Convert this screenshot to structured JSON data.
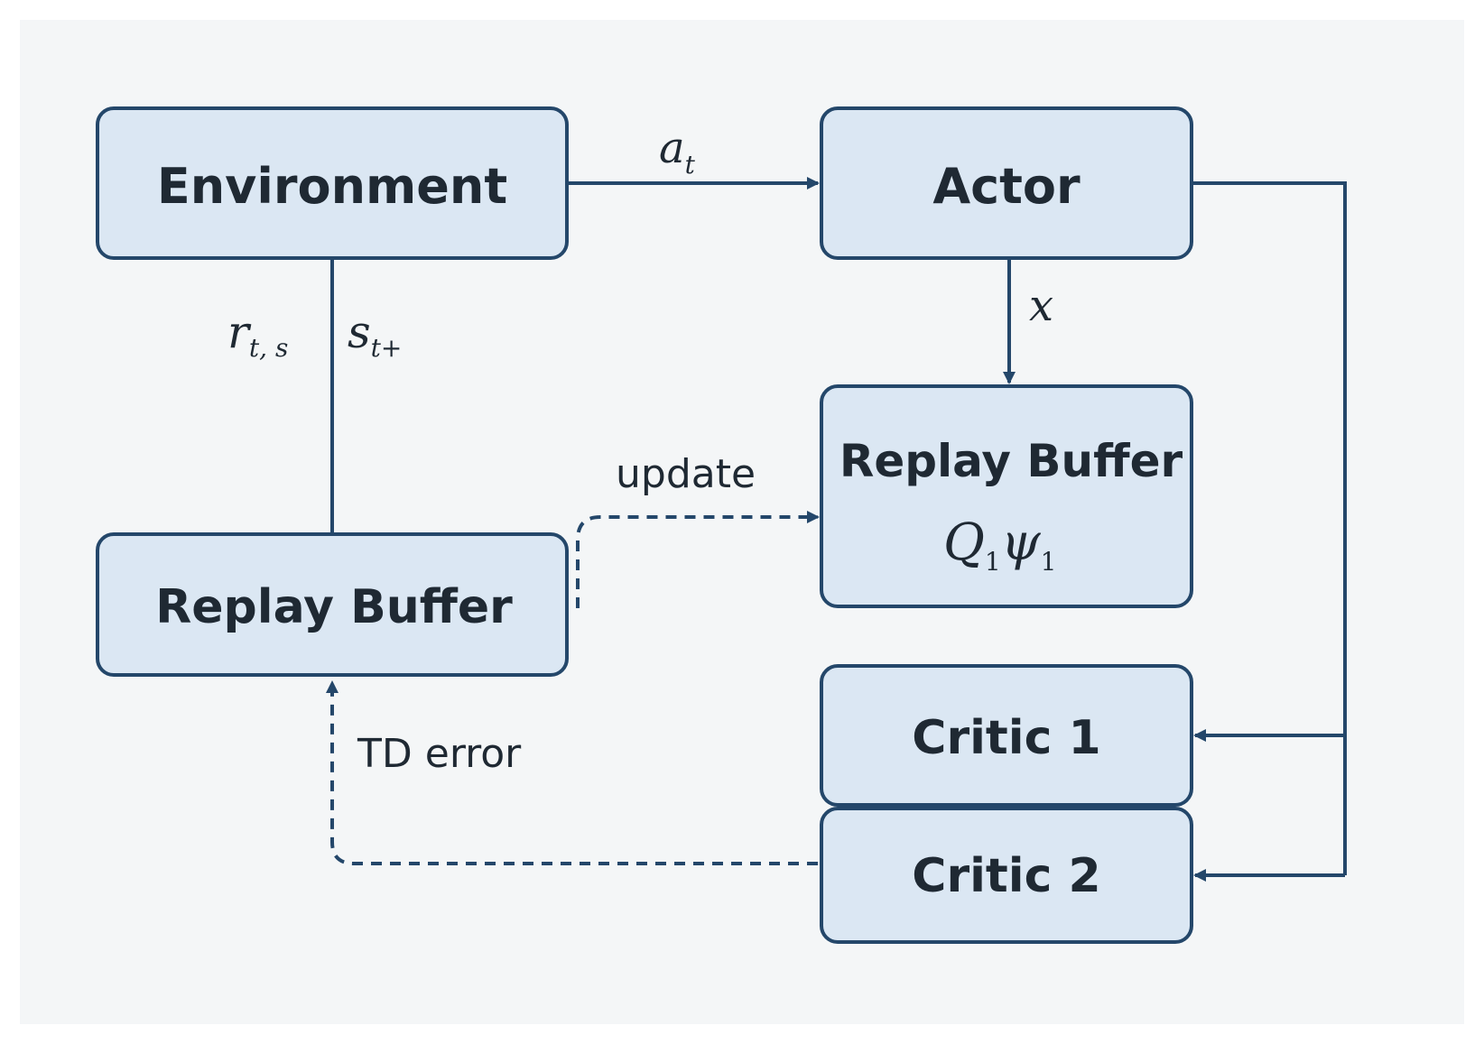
{
  "nodes": {
    "environment": "Environment",
    "actor": "Actor",
    "replay_buffer_left": "Replay Buffer",
    "replay_buffer_right": "Replay Buffer",
    "replay_buffer_right_symbol_main_1": "Q",
    "replay_buffer_right_symbol_sub_1": "1",
    "replay_buffer_right_symbol_main_2": "ψ",
    "replay_buffer_right_symbol_sub_2": "1",
    "critic_1": "Critic 1",
    "critic_2": "Critic 2"
  },
  "edges": {
    "action_main": "a",
    "action_sub": "t",
    "reward_main": "r",
    "reward_sub": "t, s",
    "state_main": "s",
    "state_sub": "t+",
    "actor_out": "x",
    "update": "update",
    "td_error": "TD error"
  },
  "colors": {
    "box_fill": "#dbe7f3",
    "box_stroke": "#24476a",
    "line": "#24476a",
    "background": "#f4f6f7"
  }
}
